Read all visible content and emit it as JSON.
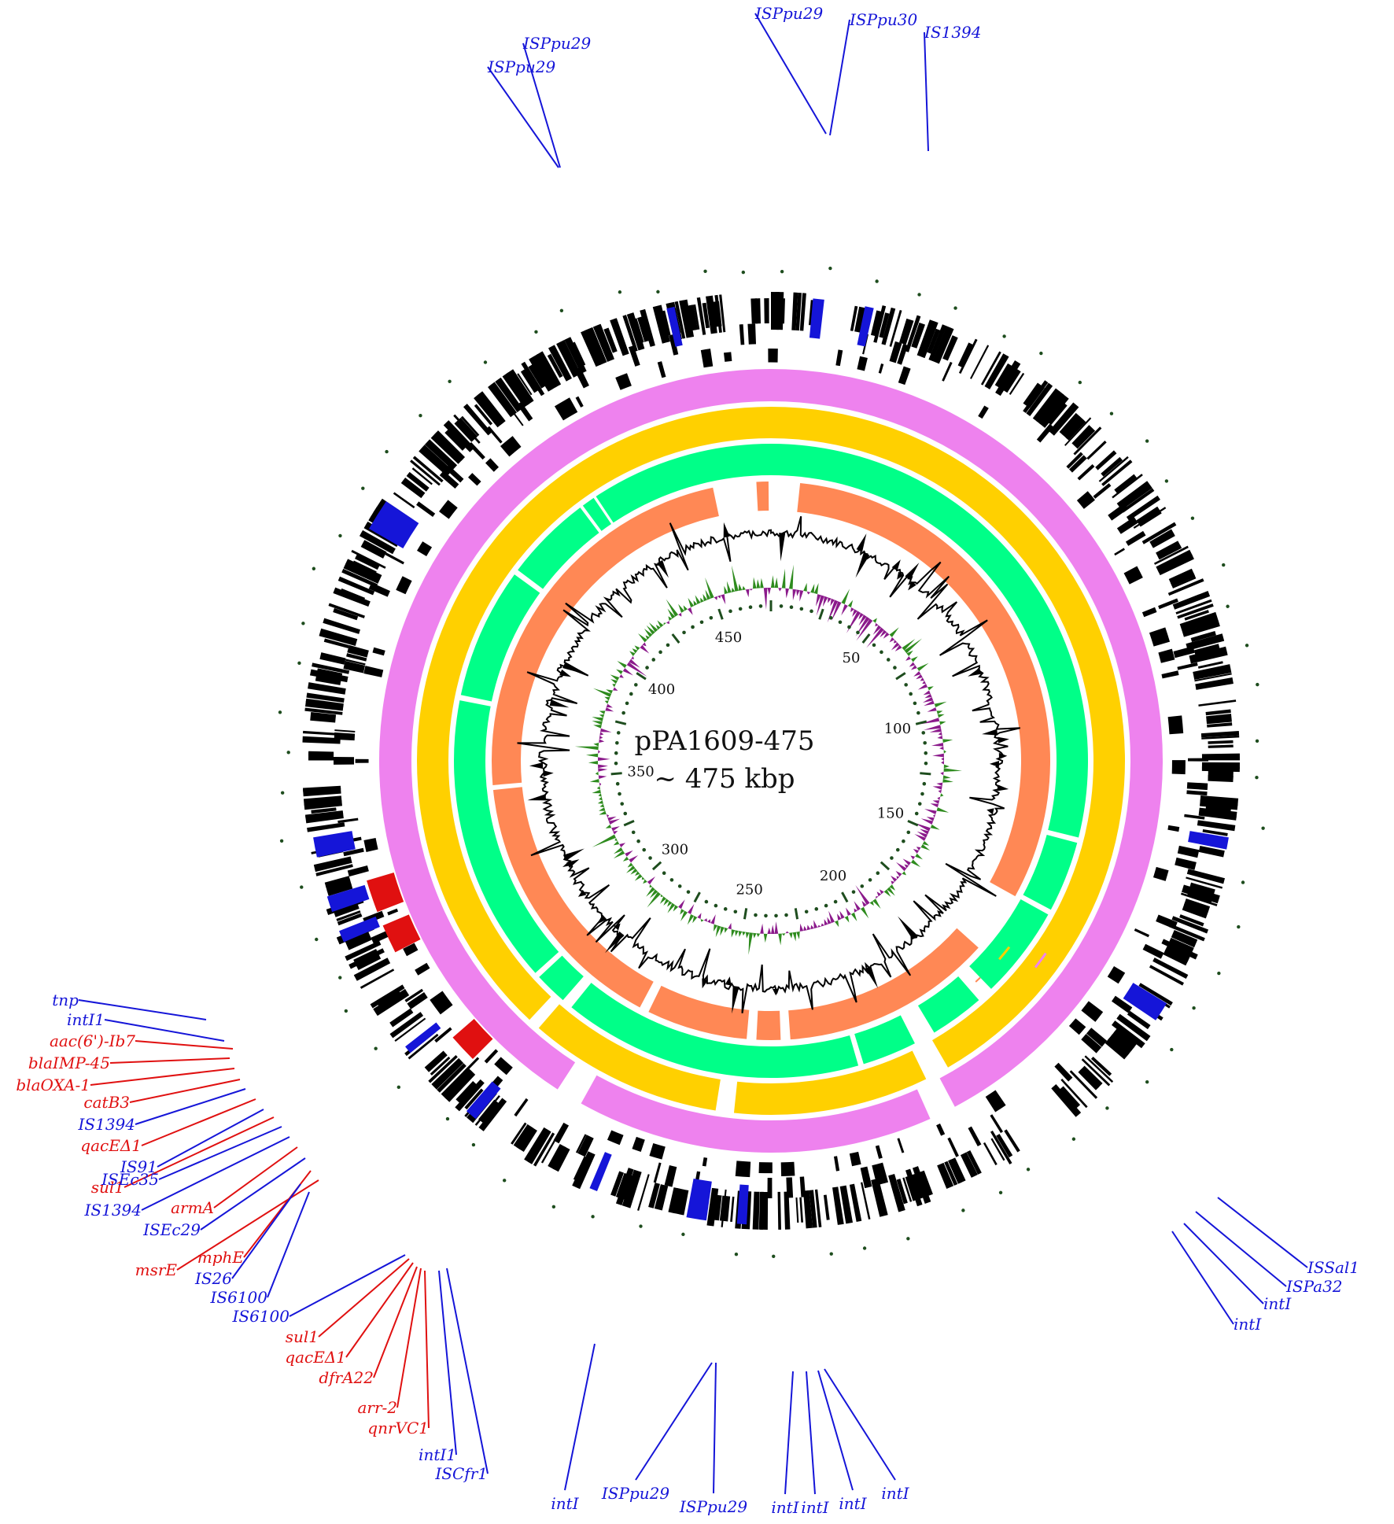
{
  "plasmid": {
    "name": "pPA1609-475",
    "size": "~ 475 kbp",
    "total_kbp": 475
  },
  "colors": {
    "is_blue": "#1515d8",
    "resistance_red": "#e01010",
    "cds_black": "#000000",
    "ring1": "#ee82ee",
    "ring2": "#ffd000",
    "ring3": "#00ff88",
    "ring4": "#ff8855",
    "gc_pos": "#2e8b1e",
    "gc_neg": "#8b1a8b",
    "tick_dots": "#1e4d1e"
  },
  "scale_labels": [
    "50",
    "100",
    "150",
    "200",
    "250",
    "300",
    "350",
    "400",
    "450"
  ],
  "features": [
    {
      "text": "ISPpu29",
      "color": "blue",
      "group": "top"
    },
    {
      "text": "ISPpu29",
      "color": "blue",
      "group": "top"
    },
    {
      "text": "ISPpu29",
      "color": "blue",
      "group": "top"
    },
    {
      "text": "ISPpu30",
      "color": "blue",
      "group": "top"
    },
    {
      "text": "IS1394",
      "color": "blue",
      "group": "top"
    },
    {
      "text": "tnp",
      "color": "blue",
      "group": "left"
    },
    {
      "text": "intI1",
      "color": "blue",
      "group": "left"
    },
    {
      "text": "aac(6')-Ib7",
      "color": "red",
      "group": "left"
    },
    {
      "text": "blaIMP-45",
      "color": "red",
      "group": "left"
    },
    {
      "text": "blaOXA-1",
      "color": "red",
      "group": "left"
    },
    {
      "text": "catB3",
      "color": "red",
      "group": "left"
    },
    {
      "text": "IS1394",
      "color": "blue",
      "group": "left"
    },
    {
      "text": "qacEΔ1",
      "color": "red",
      "group": "left"
    },
    {
      "text": "IS91",
      "color": "blue",
      "group": "left"
    },
    {
      "text": "sul1",
      "color": "red",
      "group": "left"
    },
    {
      "text": "ISEc35",
      "color": "blue",
      "group": "left"
    },
    {
      "text": "IS1394",
      "color": "blue",
      "group": "left"
    },
    {
      "text": "armA",
      "color": "red",
      "group": "left"
    },
    {
      "text": "ISEc29",
      "color": "blue",
      "group": "left"
    },
    {
      "text": "mphE",
      "color": "red",
      "group": "left"
    },
    {
      "text": "msrE",
      "color": "red",
      "group": "left"
    },
    {
      "text": "IS26",
      "color": "blue",
      "group": "left"
    },
    {
      "text": "IS6100",
      "color": "blue",
      "group": "left"
    },
    {
      "text": "IS6100",
      "color": "blue",
      "group": "bottom-left"
    },
    {
      "text": "sul1",
      "color": "red",
      "group": "bottom-left"
    },
    {
      "text": "qacEΔ1",
      "color": "red",
      "group": "bottom-left"
    },
    {
      "text": "dfrA22",
      "color": "red",
      "group": "bottom-left"
    },
    {
      "text": "arr-2",
      "color": "red",
      "group": "bottom-left"
    },
    {
      "text": "qnrVC1",
      "color": "red",
      "group": "bottom-left"
    },
    {
      "text": "intI1",
      "color": "blue",
      "group": "bottom-left"
    },
    {
      "text": "ISCfr1",
      "color": "blue",
      "group": "bottom-left"
    },
    {
      "text": "intI",
      "color": "blue",
      "group": "bottom"
    },
    {
      "text": "ISPpu29",
      "color": "blue",
      "group": "bottom"
    },
    {
      "text": "ISPpu29",
      "color": "blue",
      "group": "bottom"
    },
    {
      "text": "intI",
      "color": "blue",
      "group": "bottom"
    },
    {
      "text": "intI",
      "color": "blue",
      "group": "bottom"
    },
    {
      "text": "intI",
      "color": "blue",
      "group": "bottom"
    },
    {
      "text": "intI",
      "color": "blue",
      "group": "bottom"
    },
    {
      "text": "ISSal1",
      "color": "blue",
      "group": "right"
    },
    {
      "text": "ISPa32",
      "color": "blue",
      "group": "right"
    },
    {
      "text": "intI",
      "color": "blue",
      "group": "right"
    },
    {
      "text": "intI",
      "color": "blue",
      "group": "right"
    }
  ]
}
